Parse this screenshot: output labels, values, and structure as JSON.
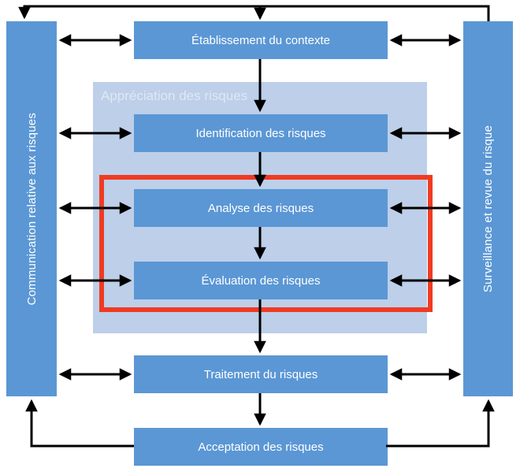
{
  "colors": {
    "node_fill": "#5b97d5",
    "sidebar_fill": "#5b97d5",
    "group_fill": "#bdcfe9",
    "highlight_border": "#f03b22",
    "arrow": "#000000",
    "node_text": "#ffffff",
    "group_text": "#dfe8f4"
  },
  "sidebars": {
    "left": {
      "label": "Communication relative aux risques"
    },
    "right": {
      "label": "Surveillance et revue du risque"
    }
  },
  "group": {
    "label": "Appréciation des risques"
  },
  "nodes": {
    "contexte": {
      "label": "Établissement du contexte"
    },
    "identification": {
      "label": "Identification des risques"
    },
    "analyse": {
      "label": "Analyse des risques"
    },
    "evaluation": {
      "label": "Évaluation des risques"
    },
    "traitement": {
      "label": "Traitement du risques"
    },
    "acceptation": {
      "label": "Acceptation des risques"
    }
  }
}
